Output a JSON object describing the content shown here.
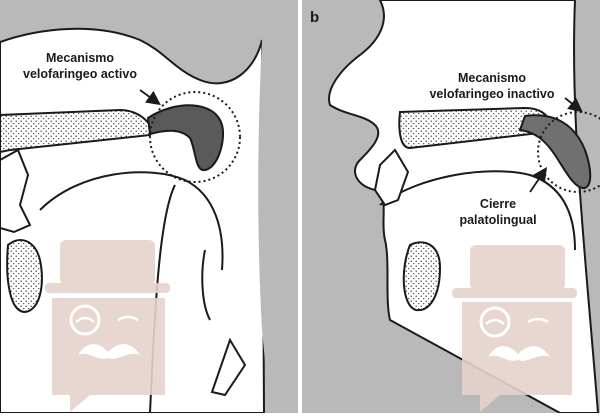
{
  "panel_a": {
    "label_line1": "Mecanismo",
    "label_line2": "velofaringeo activo"
  },
  "panel_b": {
    "letter": "b",
    "label_line1": "Mecanismo",
    "label_line2": "velofaringeo inactivo",
    "closure_line1": "Cierre",
    "closure_line2": "palatolingual"
  },
  "colors": {
    "background": "#b9b9b9",
    "tissue": "#ffffff",
    "outline": "#1a1a1a",
    "velum_active": "#5a5a5a",
    "velum_inactive": "#707070",
    "watermark": "#e6d2cb"
  },
  "icons": [
    "arrow-icon",
    "dotted-circle-icon",
    "watermark-logo-icon"
  ]
}
